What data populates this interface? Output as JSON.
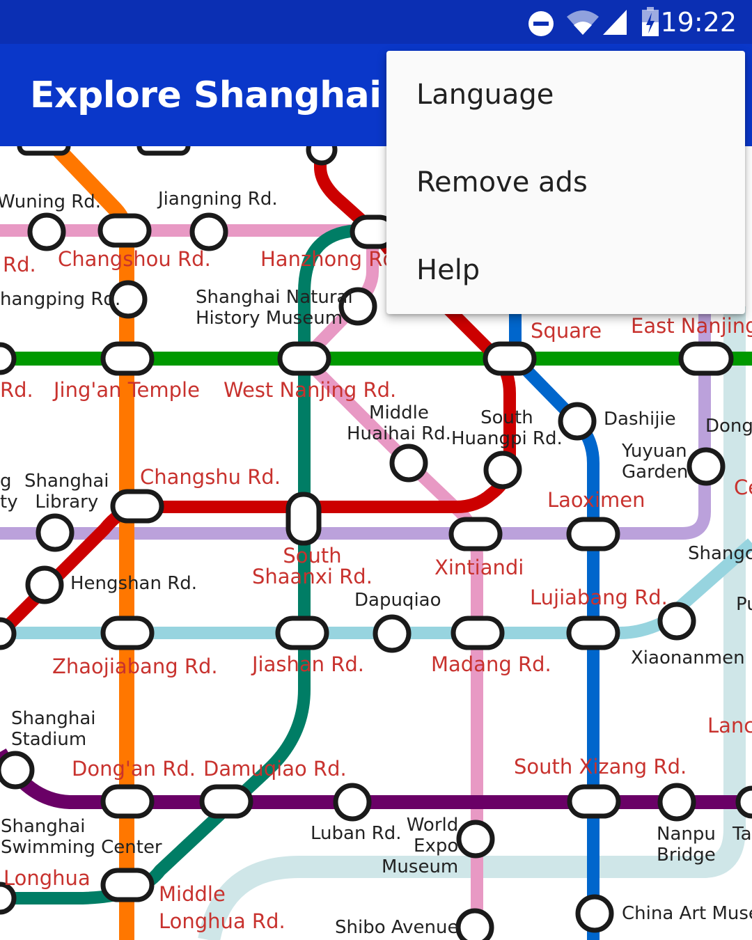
{
  "status_bar": {
    "time": "19:22",
    "icons": [
      "do-not-disturb-icon",
      "wifi-icon",
      "cellular-signal-icon",
      "battery-charging-icon"
    ]
  },
  "app_bar": {
    "title": "Explore Shanghai"
  },
  "overflow_menu": {
    "items": [
      {
        "label": "Language"
      },
      {
        "label": "Remove ads"
      },
      {
        "label": "Help"
      }
    ]
  },
  "map": {
    "colors": {
      "line_red": "#cc0000",
      "line_orange": "#ff7700",
      "line_green": "#009900",
      "line_teal": "#007d65",
      "line_pink": "#e899c4",
      "line_lilac": "#bba1db",
      "line_light_blue": "#97d4df",
      "line_blue": "#0066cc",
      "line_purple": "#6a0066",
      "line_pale_cyan": "#cfe6e8",
      "station_label": "#222222",
      "interchange_label": "#c8322e"
    },
    "station_labels": [
      "Wuning Rd.",
      "Jiangning Rd.",
      "hangping Rd.",
      "Shanghai Natural\nHistory Museum",
      "Middle\nHuaihai Rd.",
      "South\nHuangpi Rd.",
      "Dashijie",
      "Dong",
      "Yuyuan\nGarden",
      "g\nty",
      "Shanghai\nLibrary",
      "Hengshan Rd.",
      "Dapuqiao",
      "Shangch",
      "Pu",
      "Xiaonanmen",
      "Shanghai\nStadium",
      "Luban Rd.",
      "World\nExpo\nMuseum",
      "Nanpu\nBridge",
      "Ta",
      "Shanghai\nSwimming Center",
      "Shibo Avenue",
      "China Art Museu"
    ],
    "interchange_labels": [
      "Rd.",
      "Changshou Rd.",
      "Hanzhong Rd.",
      "Square",
      "East Nanjing",
      "Rd.",
      "Jing'an Temple",
      "West Nanjing Rd.",
      "Changshu Rd.",
      "Laoximen",
      "Ce",
      "South\nShaanxi Rd.",
      "Xintiandi",
      "Lujiabang Rd.",
      "Zhaojiabang Rd.",
      "Jiashan Rd.",
      "Madang Rd.",
      "Lanc",
      "Dong'an Rd.",
      "Damuqiao Rd.",
      "South Xizang Rd.",
      "Longhua",
      "Middle\nLonghua Rd."
    ]
  }
}
